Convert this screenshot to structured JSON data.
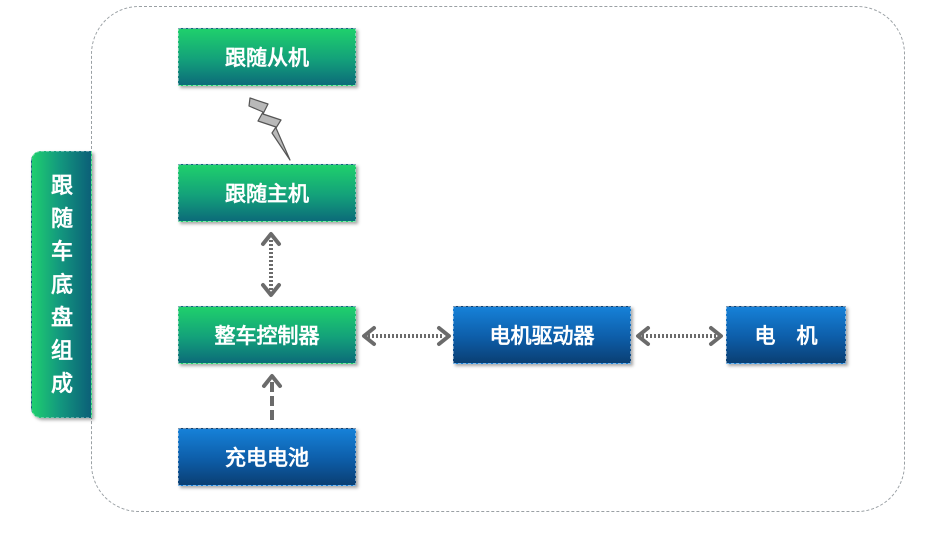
{
  "side_label": "跟随车底盘组成",
  "nodes": {
    "follower_slave": "跟随从机",
    "follower_master": "跟随主机",
    "vehicle_controller": "整车控制器",
    "motor_driver": "电机驱动器",
    "motor": "电　机",
    "battery": "充电电池"
  },
  "colors": {
    "green_top": "#1fd06c",
    "green_bottom": "#0c6b79",
    "blue_top": "#1681d8",
    "blue_bottom": "#0a3f73",
    "connector": "#6b6b6b"
  }
}
